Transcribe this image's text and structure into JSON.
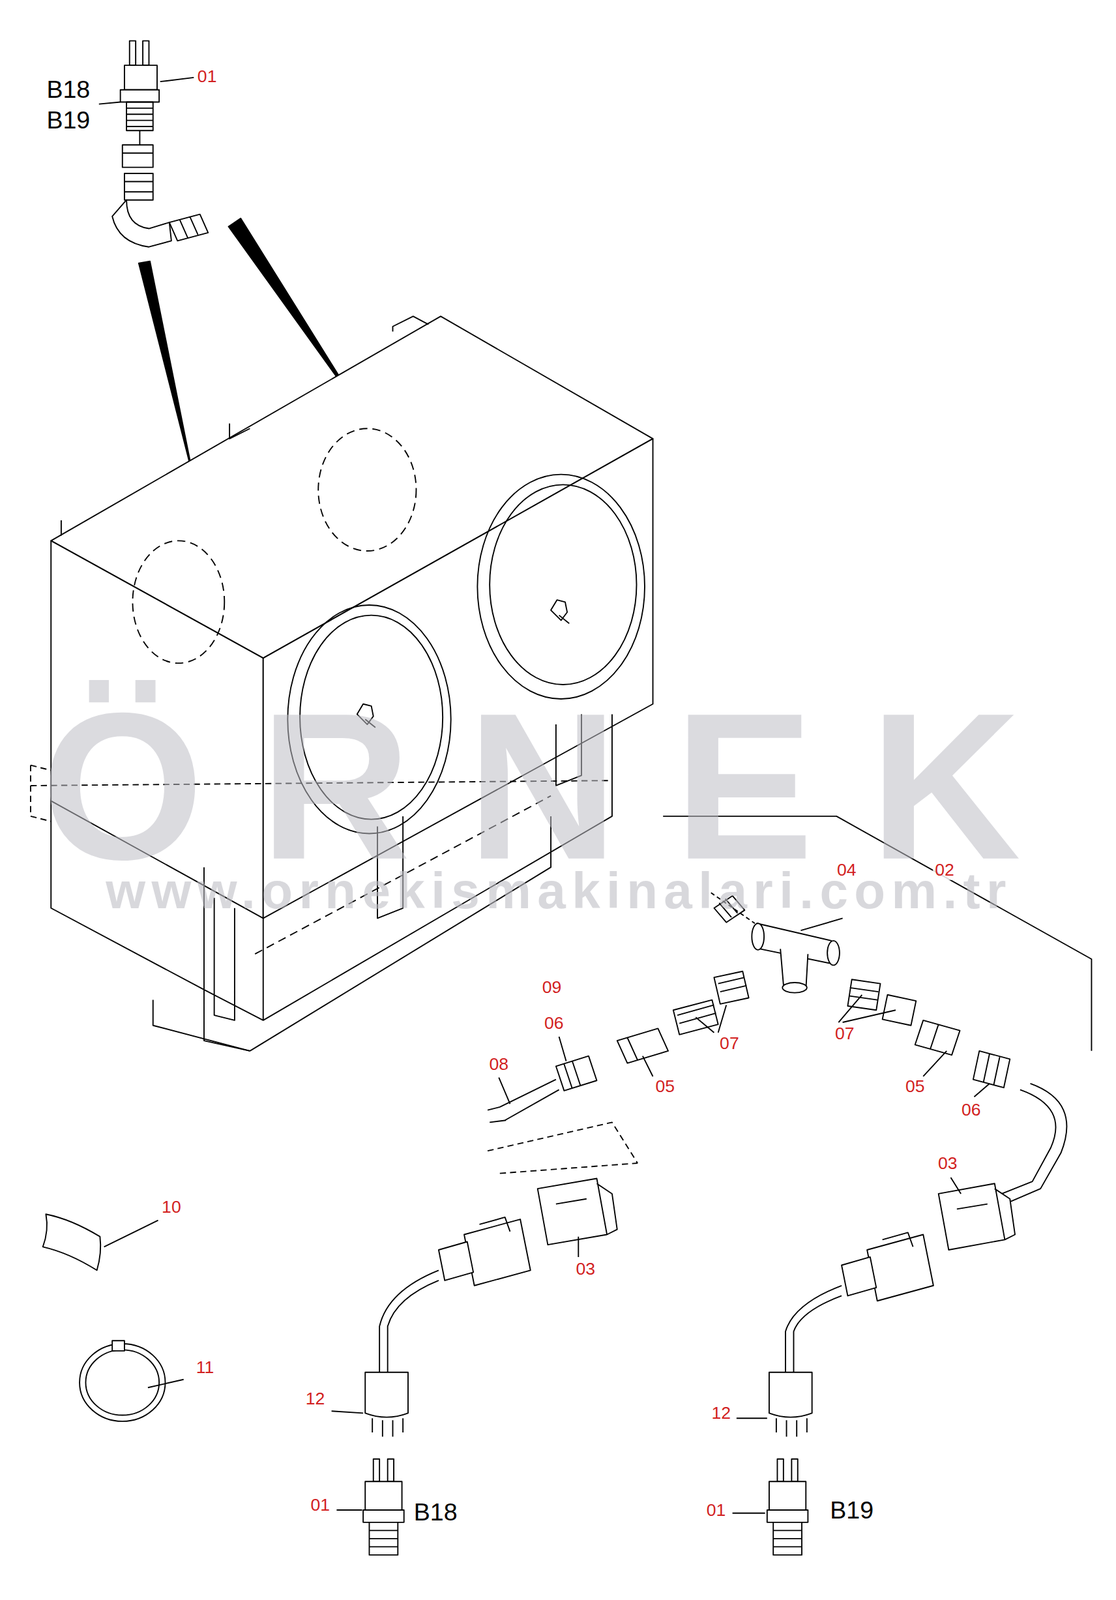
{
  "diagram": {
    "labels": [
      "ÖRNEK",
      "www.ornekismakinalari.com.tr",
      "01",
      "B18",
      "B19",
      "04",
      "02",
      "09",
      "06",
      "08",
      "05",
      "07",
      "07",
      "05",
      "06",
      "10",
      "03",
      "03",
      "11",
      "12",
      "12",
      "01",
      "B18",
      "01",
      "B19"
    ]
  }
}
